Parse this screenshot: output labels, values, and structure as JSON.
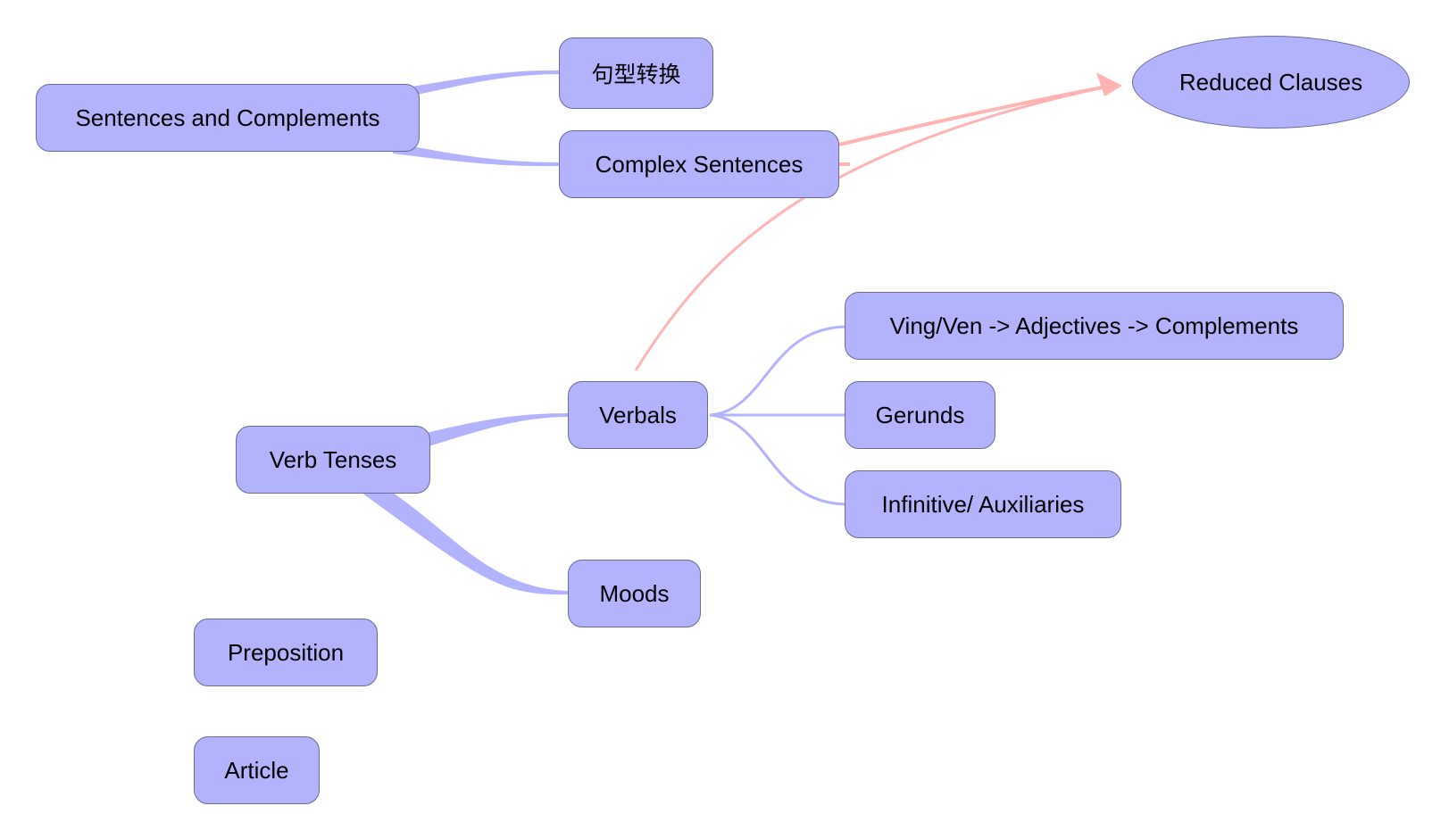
{
  "diagram": {
    "type": "mind-map",
    "colors": {
      "node_fill": "#b2b2fd",
      "node_border": "#6b6b95",
      "branch": "#b2b2fd",
      "relation_arrow": "#ffb3b3",
      "background": "#ffffff"
    },
    "nodes": [
      {
        "id": "sentences",
        "label": "Sentences and Complements",
        "shape": "rounded-rect"
      },
      {
        "id": "jxzh",
        "label": "句型转换",
        "shape": "rounded-rect"
      },
      {
        "id": "complex",
        "label": "Complex Sentences",
        "shape": "rounded-rect"
      },
      {
        "id": "reduced",
        "label": "Reduced Clauses",
        "shape": "ellipse"
      },
      {
        "id": "verbtenses",
        "label": "Verb Tenses",
        "shape": "rounded-rect"
      },
      {
        "id": "verbals",
        "label": "Verbals",
        "shape": "rounded-rect"
      },
      {
        "id": "moods",
        "label": "Moods",
        "shape": "rounded-rect"
      },
      {
        "id": "ving",
        "label": "Ving/Ven -> Adjectives -> Complements",
        "shape": "rounded-rect"
      },
      {
        "id": "gerunds",
        "label": "Gerunds",
        "shape": "rounded-rect"
      },
      {
        "id": "infinitive",
        "label": "Infinitive/ Auxiliaries",
        "shape": "rounded-rect"
      },
      {
        "id": "preposition",
        "label": "Preposition",
        "shape": "rounded-rect"
      },
      {
        "id": "article",
        "label": "Article",
        "shape": "rounded-rect"
      }
    ],
    "branches": [
      {
        "from": "sentences",
        "to": "jxzh",
        "weight": "thick"
      },
      {
        "from": "sentences",
        "to": "complex",
        "weight": "thick"
      },
      {
        "from": "verbtenses",
        "to": "verbals",
        "weight": "thick"
      },
      {
        "from": "verbtenses",
        "to": "moods",
        "weight": "thick"
      },
      {
        "from": "verbals",
        "to": "ving",
        "weight": "thin"
      },
      {
        "from": "verbals",
        "to": "gerunds",
        "weight": "thin"
      },
      {
        "from": "verbals",
        "to": "infinitive",
        "weight": "thin"
      }
    ],
    "relationships": [
      {
        "from": "complex",
        "to": "reduced",
        "arrow": true
      },
      {
        "from": "verbals",
        "to": "reduced",
        "arrow": true
      }
    ]
  }
}
